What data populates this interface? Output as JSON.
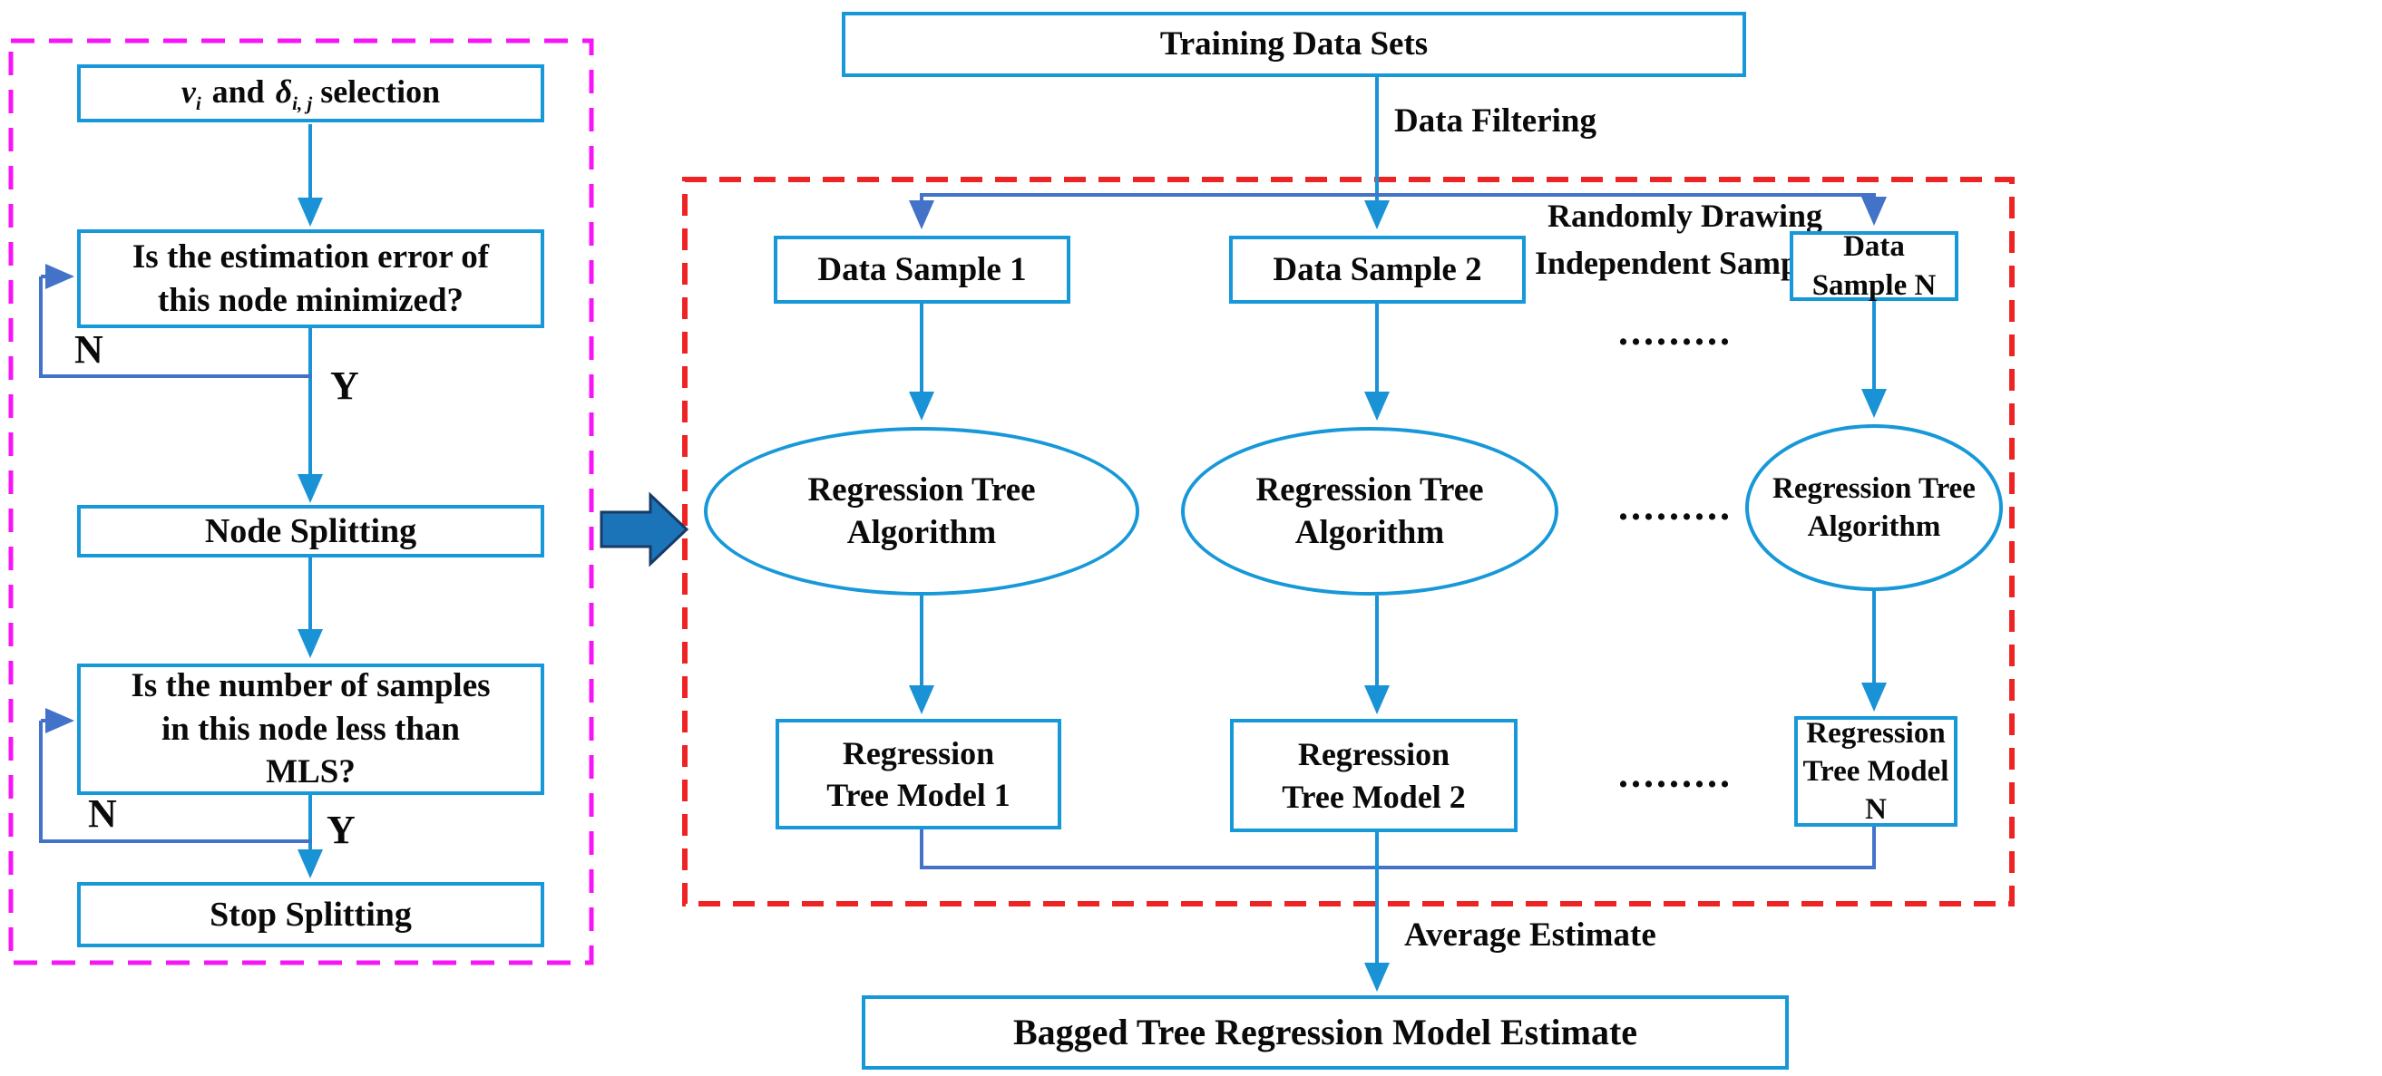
{
  "colors": {
    "box_border": "#1798d8",
    "cyan_arrow": "#1a93d6",
    "royal_line": "#4273c8",
    "red_dash": "#ee2424",
    "magenta_dash": "#f714f7",
    "block_arrow_fill": "#1c74b8",
    "block_arrow_edge": "#173a66",
    "text": "#0a0a0a"
  },
  "left_panel": {
    "select_box": {
      "v": "v",
      "v_sub": "i",
      "and": "and",
      "delta": "δ",
      "delta_sub": "i, j",
      "tail": "selection"
    },
    "estimation_box": {
      "line1": "Is the estimation error of",
      "line2": "this node minimized?"
    },
    "node_splitting": "Node Splitting",
    "samples_box": {
      "line1": "Is the number of samples",
      "line2": "in this node less than",
      "line3": "MLS?"
    },
    "stop_splitting": "Stop Splitting",
    "labels": {
      "n1": "N",
      "y1": "Y",
      "n2": "N",
      "y2": "Y"
    }
  },
  "pipeline": {
    "training": "Training Data Sets",
    "data_filtering": "Data Filtering",
    "random_note": {
      "line1": "Randomly Drawing",
      "line2": "Independent Samples"
    },
    "samples": [
      {
        "label": "Data Sample 1"
      },
      {
        "label": "Data Sample 2"
      },
      {
        "label": "Data Sample N"
      }
    ],
    "algorithms": [
      {
        "line1": "Regression Tree",
        "line2": "Algorithm"
      },
      {
        "line1": "Regression Tree",
        "line2": "Algorithm"
      },
      {
        "line1": "Regression Tree",
        "line2": "Algorithm"
      }
    ],
    "models": [
      {
        "line1": "Regression",
        "line2": "Tree Model 1"
      },
      {
        "line1": "Regression",
        "line2": "Tree Model 2"
      },
      {
        "line1": "Regression",
        "line2": "Tree Model N"
      }
    ],
    "dots": ".........",
    "average": "Average Estimate",
    "result": "Bagged Tree Regression Model Estimate"
  }
}
